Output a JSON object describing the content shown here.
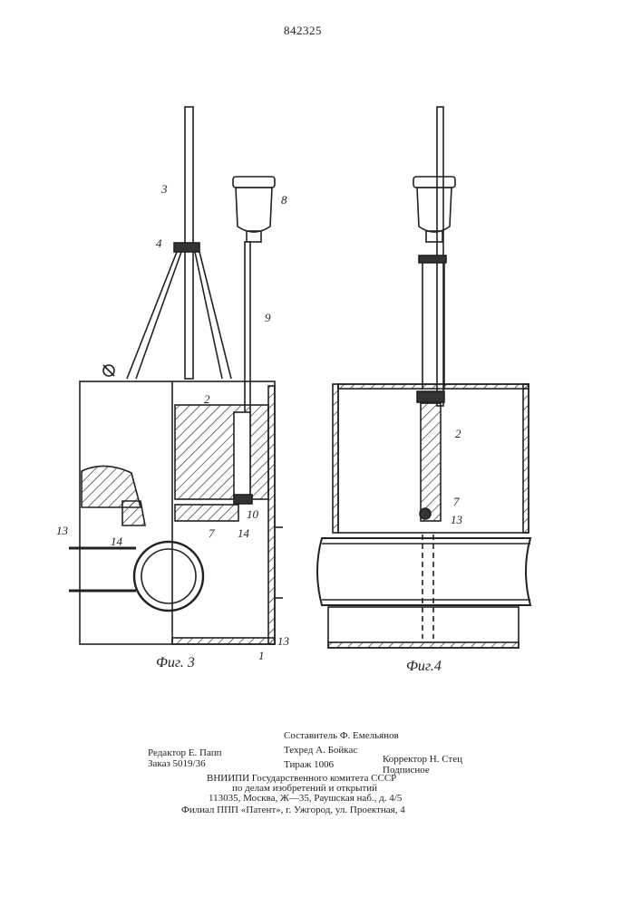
{
  "document": {
    "patent_number": "842325"
  },
  "figures": {
    "fig3": {
      "caption": "Фиг. 3",
      "labels": [
        "3",
        "4",
        "8",
        "9",
        "2",
        "10",
        "14",
        "7",
        "14",
        "13",
        "1",
        "13"
      ]
    },
    "fig4": {
      "caption": "Фиг.4",
      "labels": [
        "2",
        "7",
        "13"
      ]
    }
  },
  "imprint": {
    "compiler": "Составитель Ф. Емельянов",
    "editor": "Редактор Е. Папп",
    "tech_editor": "Техред А. Бойкас",
    "corrector": "Корректор Н. Стец",
    "order": "Заказ 5019/36",
    "circulation": "Тираж 1006",
    "subscription": "Подписное",
    "org_line1": "ВНИИПИ Государственного комитета СССР",
    "org_line2": "по делам изобретений и открытий",
    "org_address": "113035, Москва, Ж—35, Раушская наб., д. 4/5",
    "branch": "Филиал ППП «Патент», г. Ужгород, ул. Проектная, 4"
  }
}
